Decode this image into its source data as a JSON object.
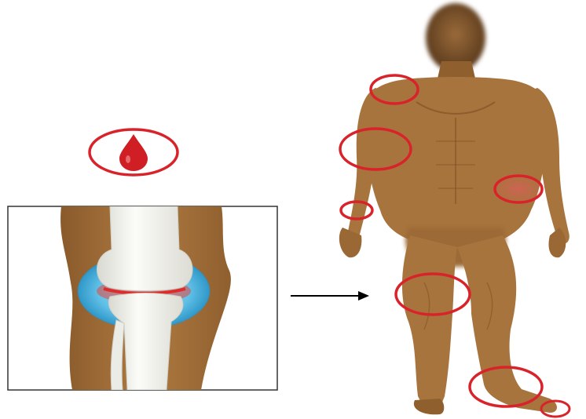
{
  "figure": {
    "icons": {
      "blood_drop": "blood-drop-icon",
      "arrow": "arrow-right-icon"
    },
    "colors": {
      "marker": "#d9232a",
      "skin": "#a8743d",
      "skin_shadow": "#8a5a2b",
      "bone": "#f4f4f0",
      "cartilage_glow": "#e8453c",
      "synovium": "#4fb6df",
      "frame_border": "#333333",
      "arrow": "#000000"
    },
    "affected_sites": [
      "shoulder",
      "elbow",
      "wrist",
      "hip",
      "knee",
      "ankle",
      "toe"
    ]
  }
}
